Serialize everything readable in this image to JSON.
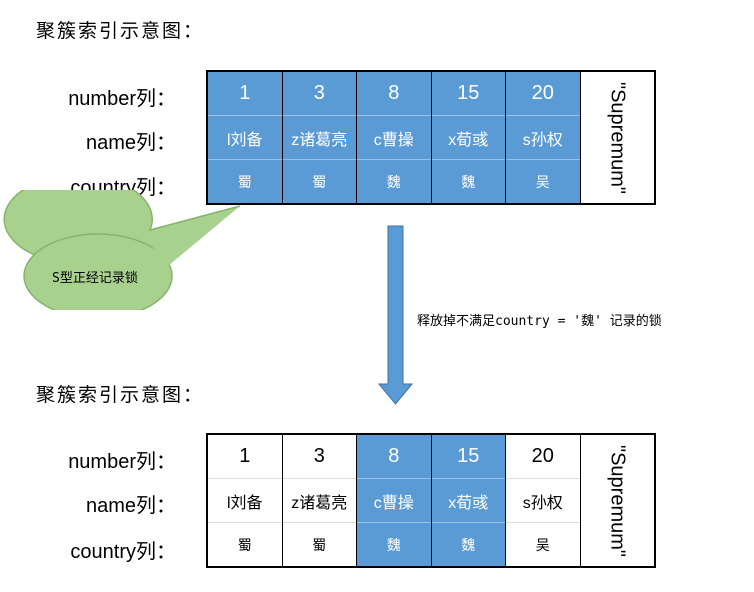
{
  "top": {
    "title": "聚簇索引示意图：",
    "row_labels": [
      "number列：",
      "name列：",
      "country列："
    ],
    "records": [
      {
        "number": "1",
        "name": "l刘备",
        "country": "蜀",
        "locked": true
      },
      {
        "number": "3",
        "name": "z诸葛亮",
        "country": "蜀",
        "locked": true
      },
      {
        "number": "8",
        "name": "c曹操",
        "country": "魏",
        "locked": true
      },
      {
        "number": "15",
        "name": "x荀彧",
        "country": "魏",
        "locked": true
      },
      {
        "number": "20",
        "name": "s孙权",
        "country": "吴",
        "locked": true
      }
    ],
    "supremum": "\"Supremum\"",
    "callout": "S型正经记录锁"
  },
  "arrow_note": "释放掉不满足country  = '魏' 记录的锁",
  "bottom": {
    "title": "聚簇索引示意图：",
    "row_labels": [
      "number列：",
      "name列：",
      "country列："
    ],
    "records": [
      {
        "number": "1",
        "name": "l刘备",
        "country": "蜀",
        "locked": false
      },
      {
        "number": "3",
        "name": "z诸葛亮",
        "country": "蜀",
        "locked": false
      },
      {
        "number": "8",
        "name": "c曹操",
        "country": "魏",
        "locked": true
      },
      {
        "number": "15",
        "name": "x荀彧",
        "country": "魏",
        "locked": true
      },
      {
        "number": "20",
        "name": "s孙权",
        "country": "吴",
        "locked": false
      }
    ],
    "supremum": "\"Supremum\""
  },
  "colors": {
    "locked": "#5b9bd5",
    "callout_fill": "#a9d18e",
    "arrow": "#5b9bd5"
  }
}
